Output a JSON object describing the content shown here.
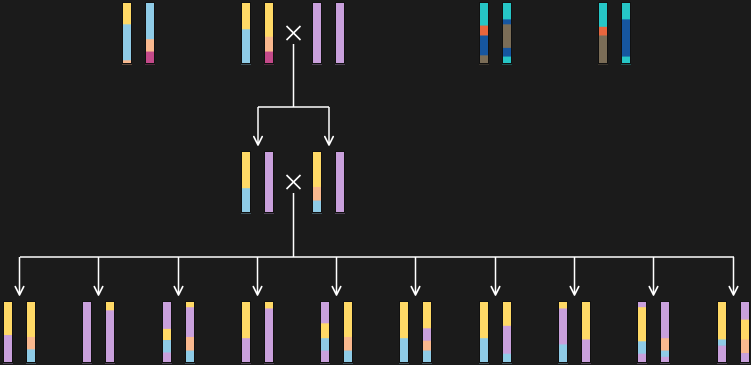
{
  "colors": {
    "background": "#1b1b1b",
    "connector": "#ffffff",
    "outline": "#111111",
    "yellow": "#ffd966",
    "blue": "#8fcbe6",
    "peach": "#f9b88e",
    "magenta": "#c44a8a",
    "purple": "#c9a0dc",
    "teal": "#26c6c6",
    "orange": "#e8663e",
    "navy": "#1656a0",
    "khaki": "#7b6d57"
  },
  "chromosome_pairs": {
    "parents_top": [
      {
        "name": "parent-pair-1",
        "chromosomes": [
          [
            [
              "yellow",
              0.36
            ],
            [
              "blue",
              0.58
            ],
            [
              "peach",
              0.06
            ]
          ],
          [
            [
              "blue",
              0.6
            ],
            [
              "peach",
              0.2
            ],
            [
              "magenta",
              0.2
            ]
          ]
        ]
      },
      {
        "name": "parent-pair-2",
        "chromosomes": [
          [
            [
              "yellow",
              0.44
            ],
            [
              "blue",
              0.56
            ]
          ],
          [
            [
              "yellow",
              0.56
            ],
            [
              "peach",
              0.24
            ],
            [
              "magenta",
              0.2
            ]
          ]
        ]
      },
      {
        "name": "parent-pair-3",
        "chromosomes": [
          [
            [
              "purple",
              1.0
            ]
          ],
          [
            [
              "purple",
              1.0
            ]
          ]
        ]
      },
      {
        "name": "parent-pair-4",
        "chromosomes": [
          [
            [
              "teal",
              0.38
            ],
            [
              "orange",
              0.16
            ],
            [
              "navy",
              0.32
            ],
            [
              "khaki",
              0.14
            ]
          ],
          [
            [
              "teal",
              0.28
            ],
            [
              "navy",
              0.08
            ],
            [
              "khaki",
              0.38
            ],
            [
              "navy",
              0.14
            ],
            [
              "teal",
              0.12
            ]
          ]
        ]
      },
      {
        "name": "parent-pair-5",
        "chromosomes": [
          [
            [
              "teal",
              0.4
            ],
            [
              "orange",
              0.14
            ],
            [
              "khaki",
              0.46
            ]
          ],
          [
            [
              "teal",
              0.28
            ],
            [
              "navy",
              0.6
            ],
            [
              "teal",
              0.12
            ]
          ]
        ]
      }
    ],
    "f1": [
      {
        "name": "f1-pair-1",
        "chromosomes": [
          [
            [
              "yellow",
              0.6
            ],
            [
              "blue",
              0.4
            ]
          ],
          [
            [
              "purple",
              1.0
            ]
          ]
        ]
      },
      {
        "name": "f1-pair-2",
        "chromosomes": [
          [
            [
              "yellow",
              0.58
            ],
            [
              "peach",
              0.22
            ],
            [
              "blue",
              0.2
            ]
          ],
          [
            [
              "purple",
              1.0
            ]
          ]
        ]
      }
    ],
    "f2": [
      {
        "name": "f2-pair-1",
        "chromosomes": [
          [
            [
              "yellow",
              0.55
            ],
            [
              "purple",
              0.45
            ]
          ],
          [
            [
              "yellow",
              0.58
            ],
            [
              "peach",
              0.2
            ],
            [
              "blue",
              0.22
            ]
          ]
        ]
      },
      {
        "name": "f2-pair-2",
        "chromosomes": [
          [
            [
              "purple",
              1.0
            ]
          ],
          [
            [
              "yellow",
              0.15
            ],
            [
              "purple",
              0.85
            ]
          ]
        ]
      },
      {
        "name": "f2-pair-3",
        "chromosomes": [
          [
            [
              "purple",
              0.45
            ],
            [
              "yellow",
              0.18
            ],
            [
              "blue",
              0.2
            ],
            [
              "purple",
              0.17
            ]
          ],
          [
            [
              "yellow",
              0.1
            ],
            [
              "purple",
              0.48
            ],
            [
              "peach",
              0.22
            ],
            [
              "blue",
              0.2
            ]
          ]
        ]
      },
      {
        "name": "f2-pair-4",
        "chromosomes": [
          [
            [
              "yellow",
              0.6
            ],
            [
              "purple",
              0.4
            ]
          ],
          [
            [
              "yellow",
              0.12
            ],
            [
              "purple",
              0.88
            ]
          ]
        ]
      },
      {
        "name": "f2-pair-5",
        "chromosomes": [
          [
            [
              "purple",
              0.36
            ],
            [
              "yellow",
              0.24
            ],
            [
              "blue",
              0.2
            ],
            [
              "purple",
              0.2
            ]
          ],
          [
            [
              "yellow",
              0.58
            ],
            [
              "peach",
              0.22
            ],
            [
              "blue",
              0.2
            ]
          ]
        ]
      },
      {
        "name": "f2-pair-6",
        "chromosomes": [
          [
            [
              "yellow",
              0.6
            ],
            [
              "blue",
              0.4
            ]
          ],
          [
            [
              "yellow",
              0.44
            ],
            [
              "purple",
              0.2
            ],
            [
              "peach",
              0.16
            ],
            [
              "blue",
              0.2
            ]
          ]
        ]
      },
      {
        "name": "f2-pair-7",
        "chromosomes": [
          [
            [
              "yellow",
              0.6
            ],
            [
              "blue",
              0.4
            ]
          ],
          [
            [
              "yellow",
              0.4
            ],
            [
              "purple",
              0.45
            ],
            [
              "blue",
              0.15
            ]
          ]
        ]
      },
      {
        "name": "f2-pair-8",
        "chromosomes": [
          [
            [
              "yellow",
              0.12
            ],
            [
              "purple",
              0.58
            ],
            [
              "blue",
              0.3
            ]
          ],
          [
            [
              "yellow",
              0.62
            ],
            [
              "purple",
              0.38
            ]
          ]
        ]
      },
      {
        "name": "f2-pair-9",
        "chromosomes": [
          [
            [
              "purple",
              0.1
            ],
            [
              "yellow",
              0.55
            ],
            [
              "blue",
              0.2
            ],
            [
              "purple",
              0.15
            ]
          ],
          [
            [
              "purple",
              0.6
            ],
            [
              "peach",
              0.2
            ],
            [
              "blue",
              0.1
            ],
            [
              "purple",
              0.1
            ]
          ]
        ]
      },
      {
        "name": "f2-pair-10",
        "chromosomes": [
          [
            [
              "yellow",
              0.62
            ],
            [
              "blue",
              0.1
            ],
            [
              "purple",
              0.28
            ]
          ],
          [
            [
              "purple",
              0.3
            ],
            [
              "yellow",
              0.32
            ],
            [
              "peach",
              0.22
            ],
            [
              "purple",
              0.16
            ]
          ]
        ]
      }
    ]
  }
}
